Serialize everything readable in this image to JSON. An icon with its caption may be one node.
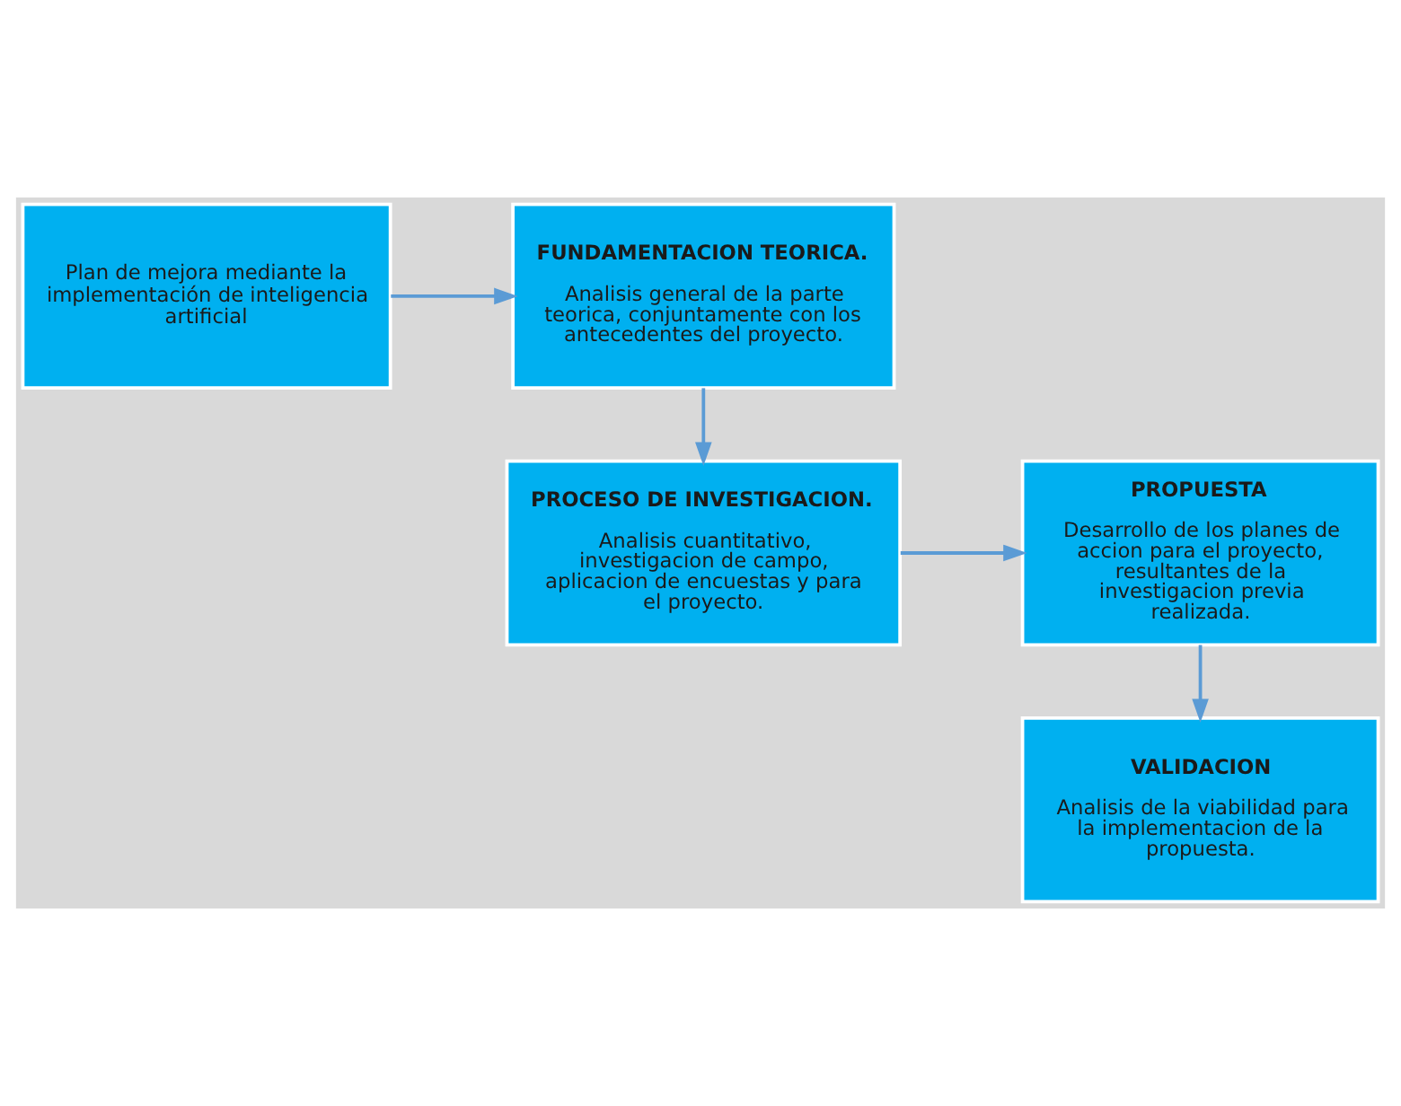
{
  "diagram": {
    "nodes": [
      {
        "text": [
          "Plan de mejora mediante la implementación de inteligencia artificial"
        ]
      },
      {
        "text": [
          "FUNDAMENTACION TEORICA.",
          "Analisis general de la parte teorica, conjuntamente con los antecedentes del proyecto."
        ]
      },
      {
        "text": [
          "PROCESO DE INVESTIGACION.",
          "Analisis cuantitativo, investigacion de campo, aplicacion de encuestas y para el proyecto."
        ]
      },
      {
        "text": [
          "PROPUESTA",
          "Desarrollo de los planes de accion para el proyecto, resultantes de la investigacion previa realizada."
        ]
      },
      {
        "text": [
          "VALIDACION",
          "Analisis de la viabilidad para la implementacion de la propuesta."
        ]
      }
    ],
    "edges": [
      {
        "from": 0,
        "to": 1,
        "arrow": "to"
      },
      {
        "from": 1,
        "to": 2,
        "arrow": "to"
      },
      {
        "from": 2,
        "to": 3,
        "arrow": "to"
      },
      {
        "from": 3,
        "to": 4,
        "arrow": "to"
      }
    ]
  }
}
